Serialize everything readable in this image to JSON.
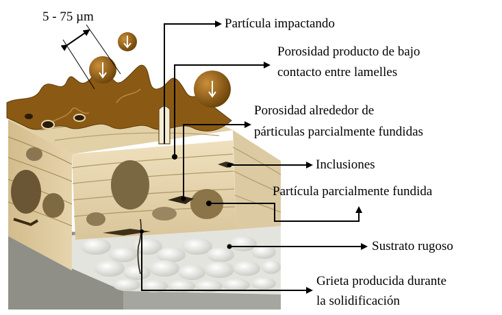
{
  "scale_label": "5 - 75 µm",
  "labels": {
    "impacting_particle": "Partícula impactando",
    "porosity_low_contact_l1": "Porosidad producto de bajo",
    "porosity_low_contact_l2": "contacto entre lamelles",
    "porosity_around_l1": "Porosidad alrededor de",
    "porosity_around_l2": "párticulas parcialmente fundidas",
    "inclusions": "Inclusiones",
    "partially_melted": "Partícula parcialmente fundida",
    "rough_substrate": "Sustrato rugoso",
    "crack_l1": "Grieta producida durante",
    "crack_l2": "la solidificación"
  },
  "colors": {
    "molten_top": "#8a5a14",
    "lamella_light": "#e8d8b4",
    "lamella_mid": "#d2bf94",
    "particle_dark": "#6e5a36",
    "substrate_grey": "#9a9a94",
    "substrate_white": "#f2f2ee",
    "arrow": "#000000"
  }
}
